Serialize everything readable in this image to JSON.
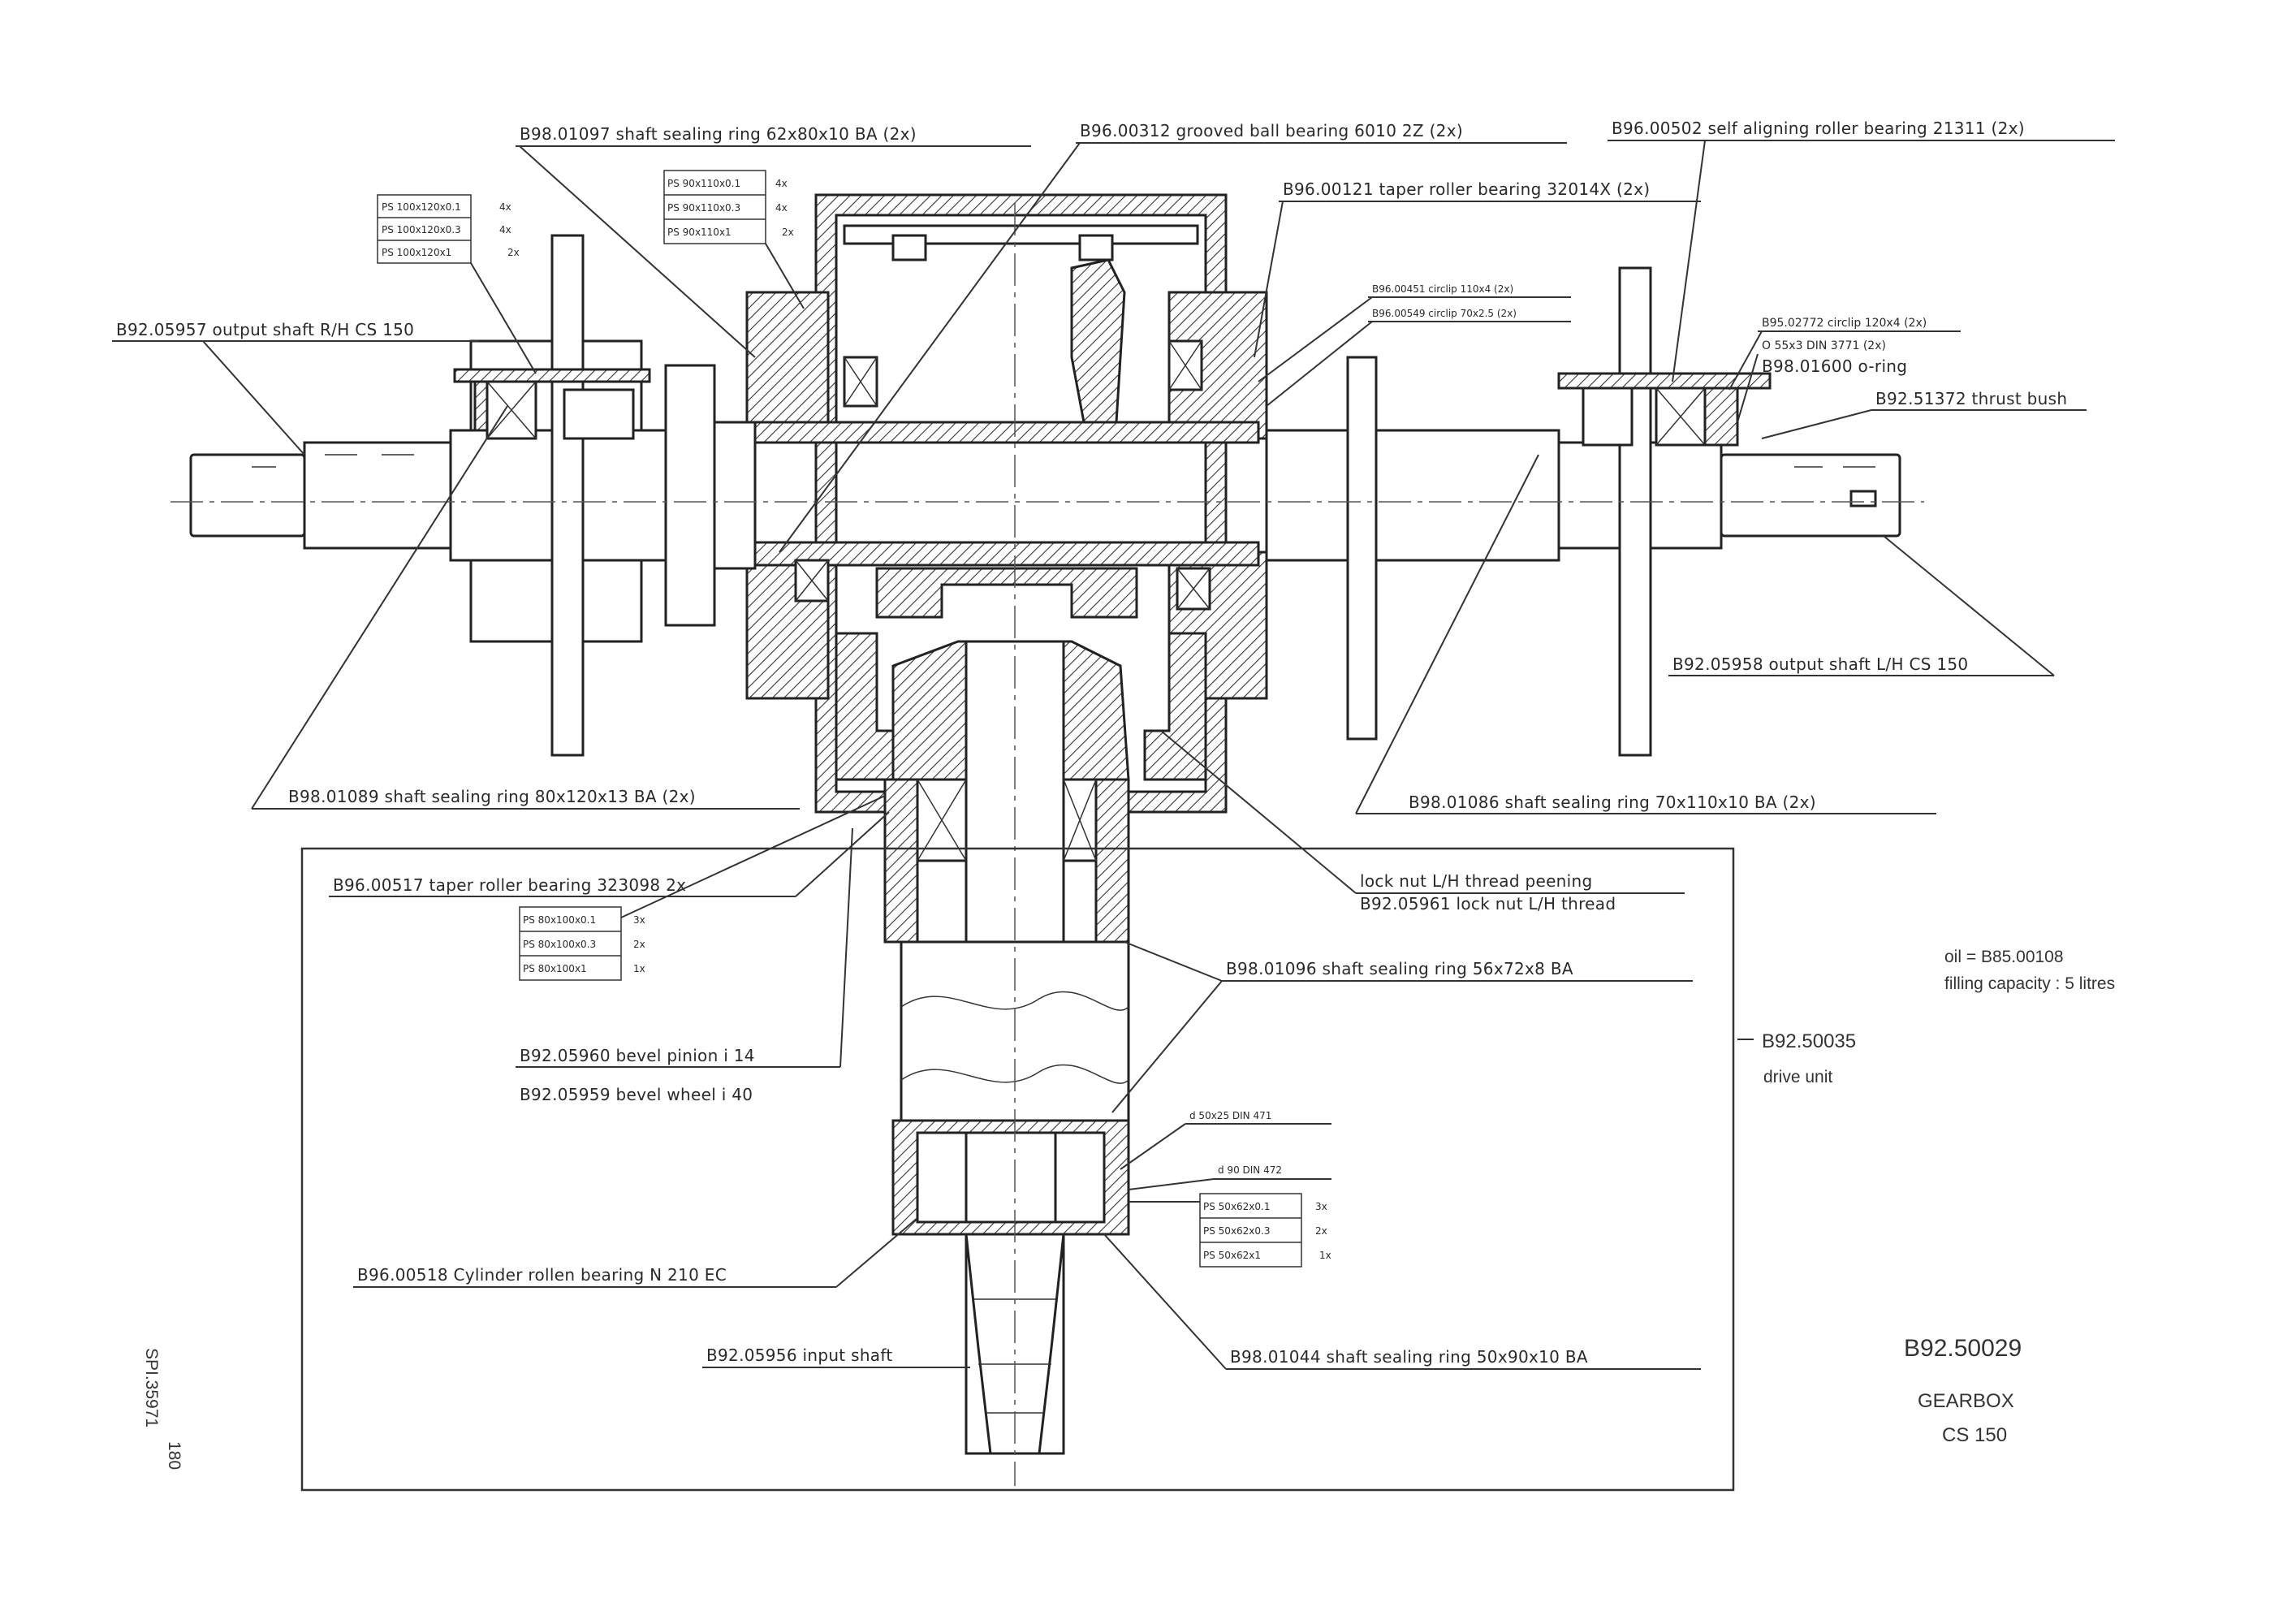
{
  "callouts": {
    "seal_62": "B98.01097 shaft sealing ring 62x80x10 BA (2x)",
    "ball_6010": "B96.00312 grooved ball bearing 6010 2Z (2x)",
    "roller_21311": "B96.00502 self aligning roller bearing 21311 (2x)",
    "taper_32014": "B96.00121 taper roller bearing 32014X (2x)",
    "circlip_small_1": "B96.00451 circlip 110x4 (2x)",
    "circlip_small_2": "B96.00549 circlip 70x2.5 (2x)",
    "circlip_120": "B95.02772 circlip 120x4 (2x)",
    "din3771": "O 55x3 DIN 3771 (2x)",
    "oring": "B98.01600 o-ring",
    "thrust_bush": "B92.51372 thrust bush",
    "output_rh": "B92.05957 output shaft R/H CS 150",
    "output_lh": "B92.05958 output shaft L/H CS 150",
    "seal_80": "B98.01089 shaft sealing ring 80x120x13 BA (2x)",
    "seal_70": "B98.01086 shaft sealing ring 70x110x10 BA (2x)",
    "taper_32309": "B96.00517 taper roller bearing 323098 2x",
    "locknut_1": "lock nut L/H thread peening",
    "locknut_2": "B92.05961 lock nut L/H thread",
    "seal_56": "B98.01096 shaft sealing ring 56x72x8 BA",
    "pinion": "B92.05960 bevel pinion i 14",
    "wheel": "B92.05959 bevel wheel i 40",
    "din471": "d 50x25 DIN 471",
    "din472": "d 90 DIN 472",
    "cyl_roller": "B96.00518 Cylinder rollen bearing N 210 EC",
    "input_shaft": "B92.05956 input shaft",
    "seal_50": "B98.01044 shaft sealing ring 50x90x10 BA"
  },
  "shim_tables": {
    "upper_left": [
      {
        "spec": "PS 100x120x0.1",
        "qty": "4x"
      },
      {
        "spec": "PS 100x120x0.3",
        "qty": "4x"
      },
      {
        "spec": "PS 100x120x1",
        "qty": "2x"
      }
    ],
    "upper_mid": [
      {
        "spec": "PS 90x110x0.1",
        "qty": "4x"
      },
      {
        "spec": "PS 90x110x0.3",
        "qty": "4x"
      },
      {
        "spec": "PS 90x110x1",
        "qty": "2x"
      }
    ],
    "lower_left": [
      {
        "spec": "PS 80x100x0.1",
        "qty": "3x"
      },
      {
        "spec": "PS 80x100x0.3",
        "qty": "2x"
      },
      {
        "spec": "PS 80x100x1",
        "qty": "1x"
      }
    ],
    "lower_right": [
      {
        "spec": "PS 50x62x0.1",
        "qty": "3x"
      },
      {
        "spec": "PS 50x62x0.3",
        "qty": "2x"
      },
      {
        "spec": "PS 50x62x1",
        "qty": "1x"
      }
    ]
  },
  "drive_unit": {
    "code": "B92.50035",
    "label": "drive unit"
  },
  "notes": {
    "oil": "oil = B85.00108",
    "filling": "filling capacity : 5 litres"
  },
  "title_block": {
    "code": "B92.50029",
    "name": "GEARBOX",
    "model": "CS 150"
  },
  "margin": {
    "page": "180",
    "ref": "SPI.35971"
  }
}
